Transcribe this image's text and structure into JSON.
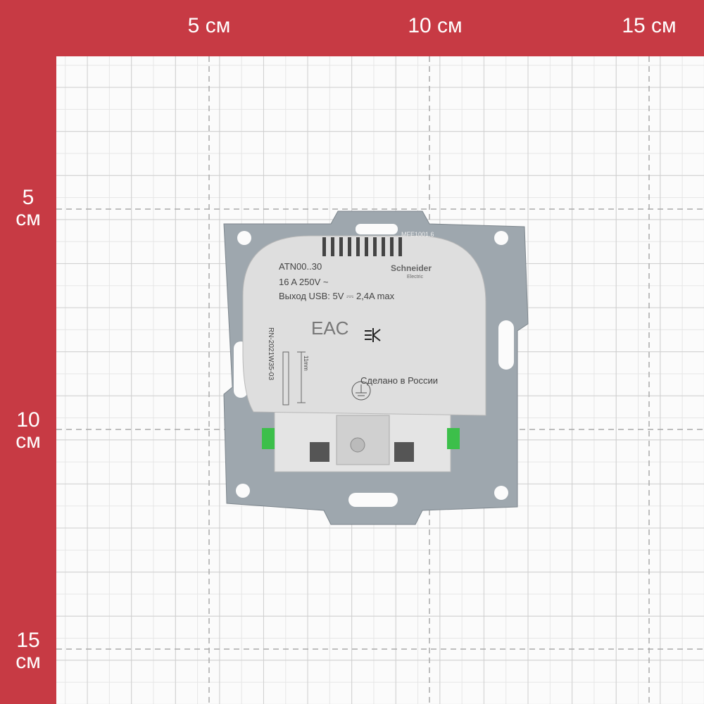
{
  "ruler": {
    "top": [
      "5 см",
      "10 см",
      "15 см"
    ],
    "left": [
      {
        "n": "5",
        "u": "см"
      },
      {
        "n": "10",
        "u": "см"
      },
      {
        "n": "15",
        "u": "см"
      }
    ]
  },
  "product": {
    "model": "ATN00..30",
    "rating": "16 A 250V ~",
    "usb": "Выход USB: 5V ⎓ 2,4A max",
    "brand": "Schneider",
    "brand_sub": "Electric",
    "mark": "EAC",
    "made_in": "Сделано в России",
    "code": "RN-2021W35-03",
    "strip": "11mm",
    "plate_code": "MFE1001.6"
  },
  "colors": {
    "frame": "#c73a44",
    "paper": "#fbfbfb",
    "cover": "#dcdcdc",
    "plate": "#9aa3ab",
    "clip": "#3cbf4a"
  }
}
